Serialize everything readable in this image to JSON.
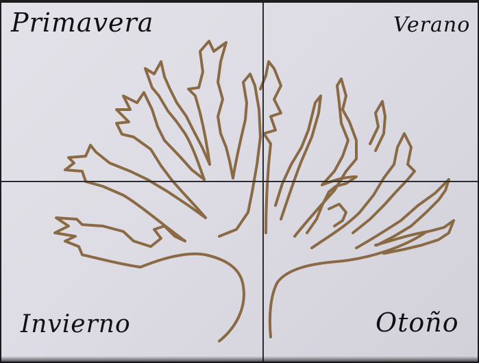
{
  "quadrants": {
    "top_left": "Primavera",
    "top_right": "Verano",
    "bottom_left": "Invierno",
    "bottom_right": "Otoño"
  },
  "colors": {
    "paper": "#dfdde4",
    "ink": "#111114",
    "tree_outline": "#8a6a44",
    "divider": "#2b2b30"
  }
}
